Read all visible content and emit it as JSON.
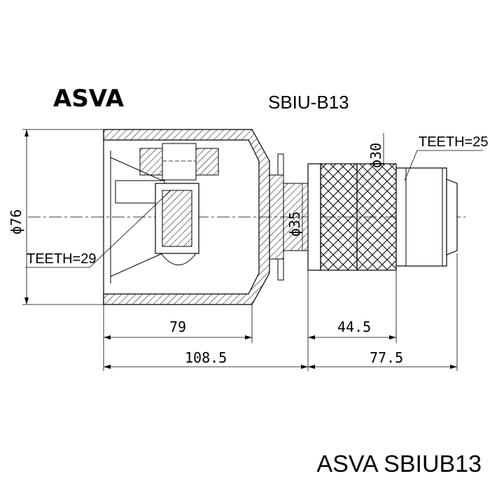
{
  "brand": "ASVA",
  "part_code": "SBIU-B13",
  "footer": "ASVA SBIUB13",
  "dimensions": {
    "housing_diameter": "ϕ76",
    "shaft_diameter_outer": "ϕ30",
    "shaft_diameter_inner": "ϕ35",
    "teeth_inner": "TEETH=29",
    "teeth_outer": "TEETH=25",
    "housing_length": "79",
    "total_joint_length": "108.5",
    "spline_length": "44.5",
    "shaft_length": "77.5"
  },
  "colors": {
    "line": "#000000",
    "hatch": "#000000",
    "background": "#ffffff"
  }
}
